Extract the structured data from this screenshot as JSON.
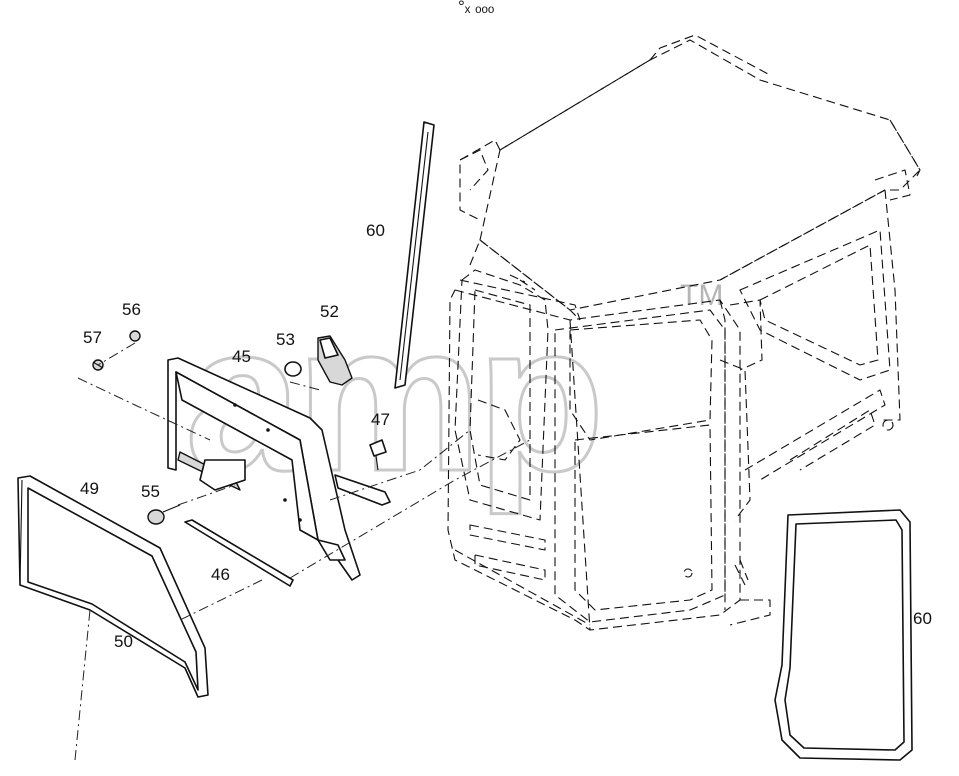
{
  "header_mark": "°ₓ ₒₒₒ",
  "watermark": {
    "text": "amp",
    "trademark": "TM"
  },
  "callouts": [
    {
      "id": "c60a",
      "text": "60"
    },
    {
      "id": "c56",
      "text": "56"
    },
    {
      "id": "c57",
      "text": "57"
    },
    {
      "id": "c52",
      "text": "52"
    },
    {
      "id": "c53",
      "text": "53"
    },
    {
      "id": "c45",
      "text": "45"
    },
    {
      "id": "c47",
      "text": "47"
    },
    {
      "id": "c49",
      "text": "49"
    },
    {
      "id": "c55",
      "text": "55"
    },
    {
      "id": "c46",
      "text": "46"
    },
    {
      "id": "c50",
      "text": "50"
    },
    {
      "id": "c60b",
      "text": "60"
    }
  ]
}
